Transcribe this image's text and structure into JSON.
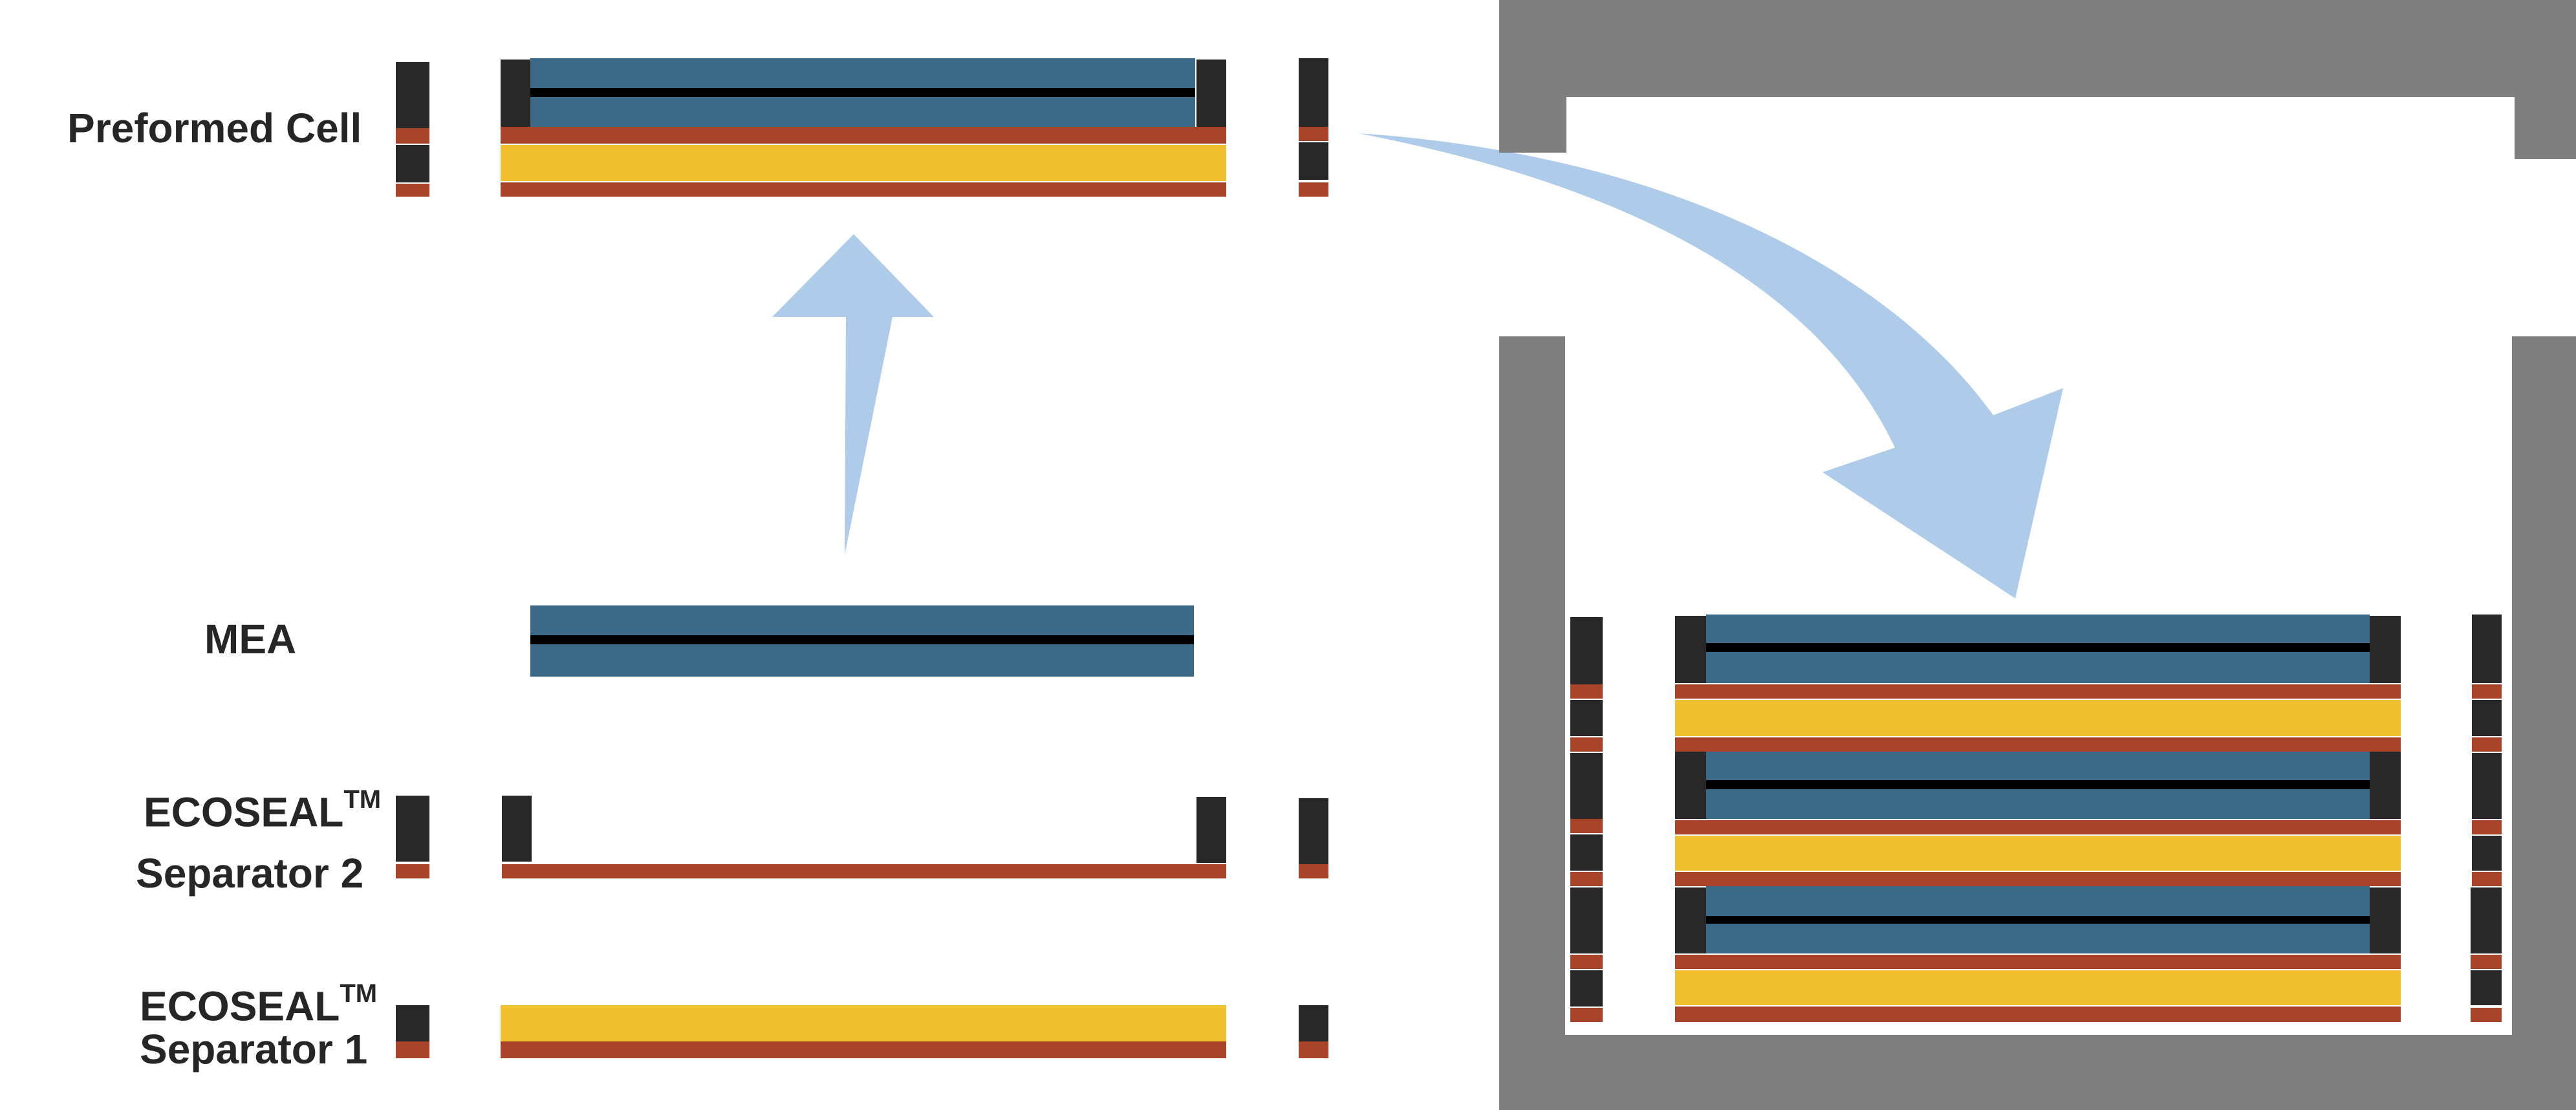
{
  "labels": {
    "preformed_cell": "Preformed Cell",
    "mea": "MEA",
    "separator_2_brand": "ECOSEAL",
    "separator_2_mark": "TM",
    "separator_2_name": "Separator 2",
    "separator_1_brand": "ECOSEAL",
    "separator_1_mark": "TM",
    "separator_1_name": "Separator 1"
  },
  "colors": {
    "mea_blue": "#3B6A89",
    "membrane_black": "#000000",
    "gasket_dark": "#282828",
    "rust_layer": "#A8432A",
    "separator_yellow": "#F0C030",
    "housing_gray": "#7F7F7F",
    "arrow_blue": "#AECBEA",
    "text": "#262626"
  },
  "icons": {
    "assembly_arrow": "up-arrow-icon",
    "transfer_arrow": "curved-arrow-icon"
  }
}
